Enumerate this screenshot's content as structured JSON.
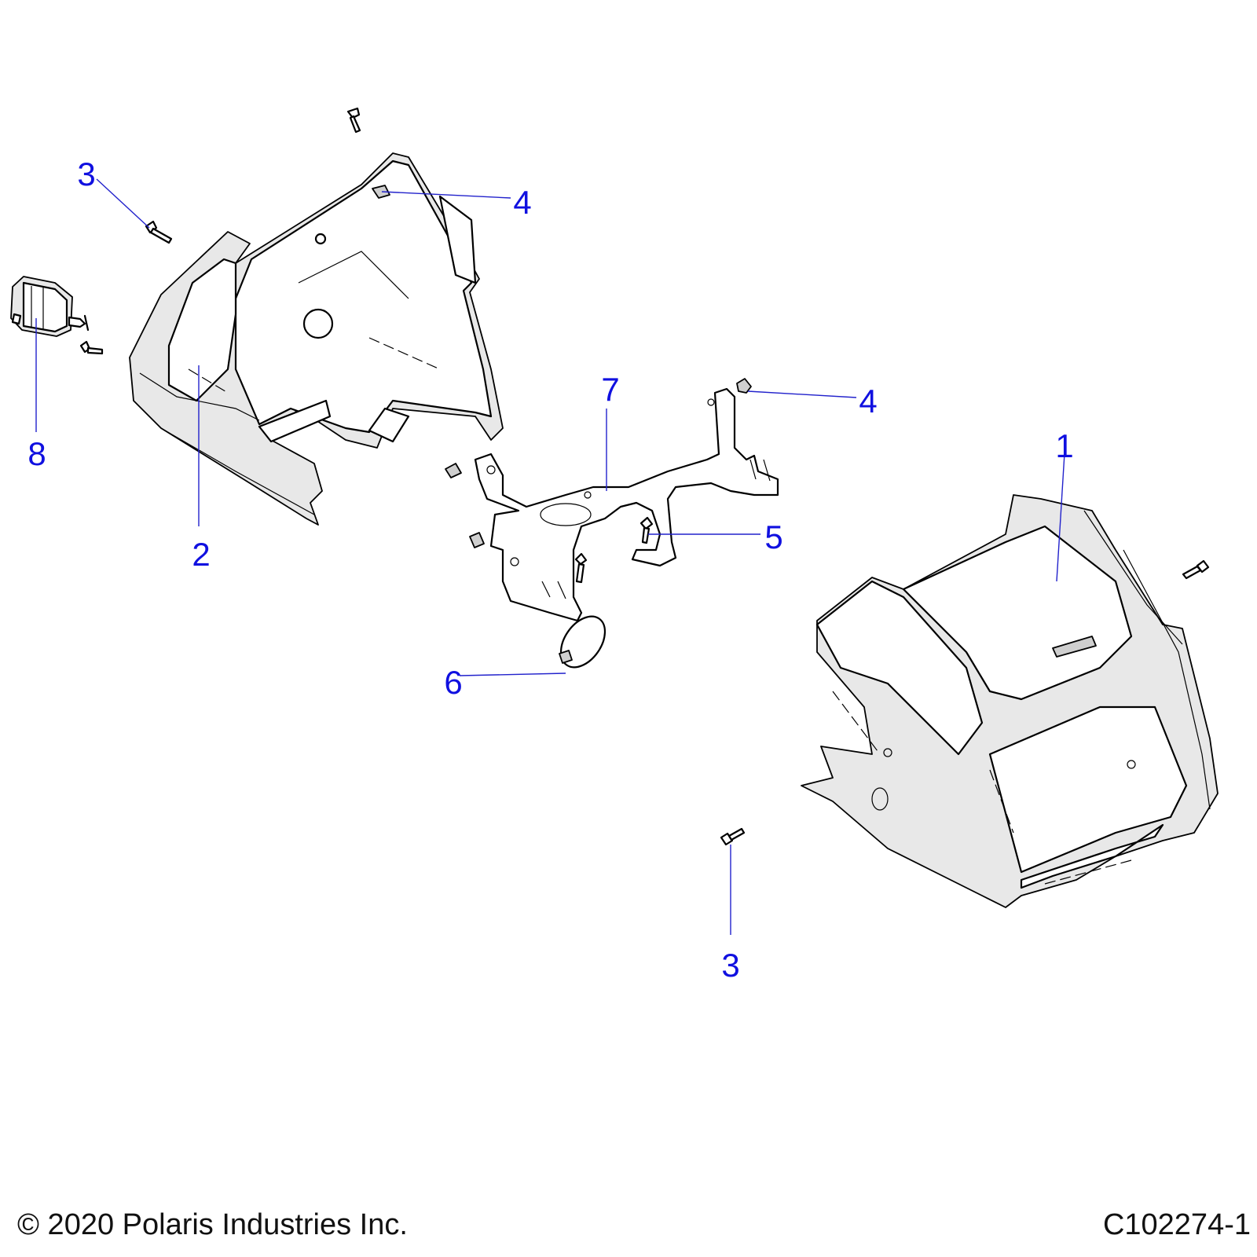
{
  "callouts": [
    {
      "id": "callout-1",
      "label": "1"
    },
    {
      "id": "callout-2",
      "label": "2"
    },
    {
      "id": "callout-3a",
      "label": "3"
    },
    {
      "id": "callout-3b",
      "label": "3"
    },
    {
      "id": "callout-4a",
      "label": "4"
    },
    {
      "id": "callout-4b",
      "label": "4"
    },
    {
      "id": "callout-5",
      "label": "5"
    },
    {
      "id": "callout-6",
      "label": "6"
    },
    {
      "id": "callout-7",
      "label": "7"
    },
    {
      "id": "callout-8",
      "label": "8"
    }
  ],
  "footer": {
    "copyright": "© 2020 Polaris Industries Inc.",
    "drawing_number": "C102274-1"
  },
  "colors": {
    "callout_text": "#1010e0",
    "leader_line": "#2222cc",
    "part_outline": "#000000",
    "background": "#ffffff"
  }
}
